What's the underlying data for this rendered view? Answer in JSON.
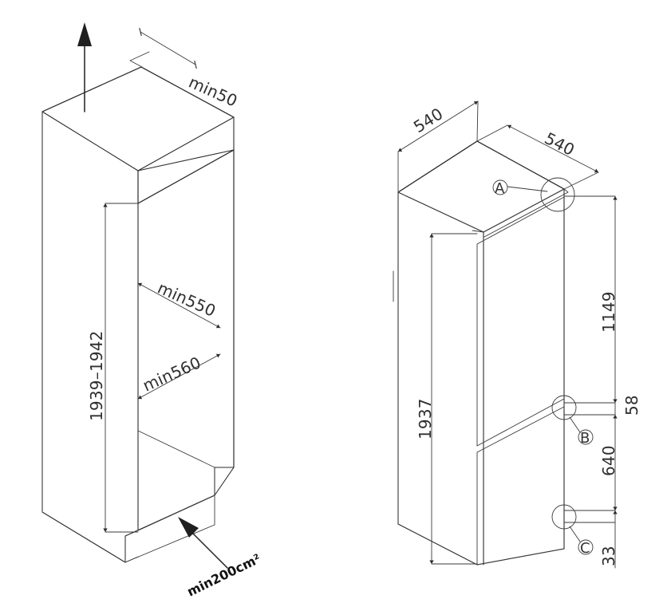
{
  "left": {
    "top_clearance": "min50",
    "height_range": "1939–1942",
    "depth_inner": "min550",
    "width_inner": "min560",
    "vent_area": "min200cm²"
  },
  "right": {
    "width": "540",
    "depth": "540",
    "upper_door": "1149",
    "gap": "58",
    "lower_door": "640",
    "bottom": "33",
    "total_height": "1937",
    "callout_a": "A",
    "callout_b": "B",
    "callout_c": "C"
  }
}
